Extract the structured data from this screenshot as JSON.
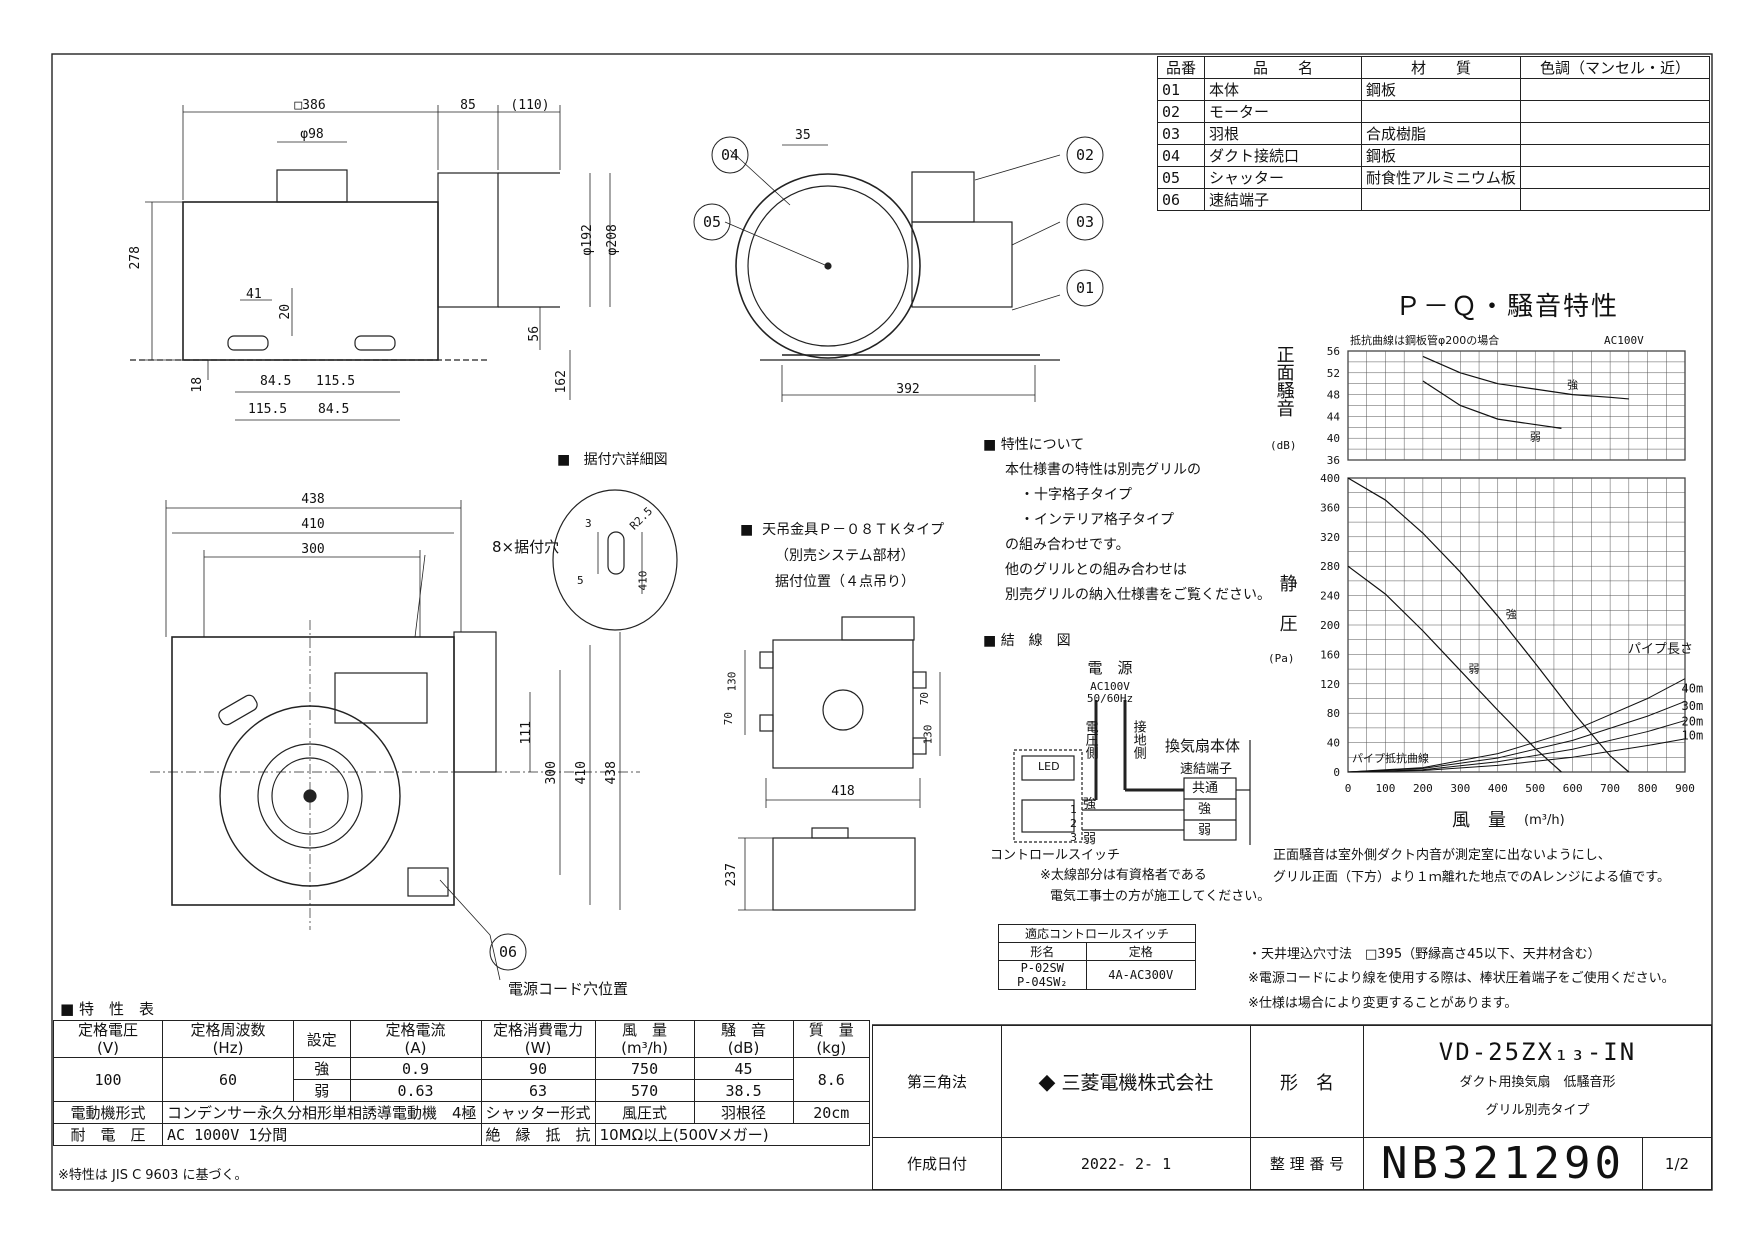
{
  "parts_table": {
    "headers": [
      "品番",
      "品　　名",
      "材　　質",
      "色調（マンセル・近）"
    ],
    "rows": [
      [
        "01",
        "本体",
        "鋼板",
        ""
      ],
      [
        "02",
        "モーター",
        "",
        ""
      ],
      [
        "03",
        "羽根",
        "合成樹脂",
        ""
      ],
      [
        "04",
        "ダクト接続口",
        "鋼板",
        ""
      ],
      [
        "05",
        "シャッター",
        "耐食性アルミニウム板",
        ""
      ],
      [
        "06",
        "速結端子",
        "",
        ""
      ]
    ]
  },
  "front_view": {
    "dims": [
      "□386",
      "85",
      "(110)",
      "φ98",
      "278",
      "φ192",
      "φ208",
      "41",
      "20",
      "56",
      "162",
      "18",
      "84.5",
      "115.5",
      "115.5",
      "84.5"
    ]
  },
  "side_view": {
    "dims": [
      "35",
      "392"
    ],
    "callouts": [
      "04",
      "05",
      "02",
      "03",
      "01"
    ]
  },
  "plan_view": {
    "dims": [
      "438",
      "410",
      "300",
      "111",
      "300",
      "410",
      "438"
    ],
    "hole_label": "8×据付穴",
    "callout": "06",
    "cord_label": "電源コード穴位置"
  },
  "hole_detail": {
    "title": "据付穴詳細図",
    "dims": [
      "R2.5",
      "3",
      "5",
      "410"
    ]
  },
  "hanger": {
    "title": "天吊金具Ｐ－０８ＴＫタイプ",
    "sub1": "（別売システム部材）",
    "sub2": "据付位置（４点吊り）",
    "dims": [
      "130",
      "70",
      "130",
      "70",
      "418",
      "237"
    ]
  },
  "features": {
    "title": "特性について",
    "lines": [
      "本仕様書の特性は別売グリルの",
      "・十字格子タイプ",
      "・インテリア格子タイプ",
      "の組み合わせです。",
      "他のグリルとの組み合わせは",
      "別売グリルの納入仕様書をご覧ください。"
    ]
  },
  "wiring": {
    "title": "結　線　図",
    "power": "電　源",
    "voltage": "AC100V",
    "freq": "50/60Hz",
    "pressure_side": "電圧側",
    "ground_side": "接地側",
    "fan_body": "換気扇本体",
    "terminal": "速結端子",
    "common": "共通",
    "strong": "強",
    "weak": "弱",
    "led": "LED",
    "switch": "コントロールスイッチ",
    "note1": "※太線部分は有資格者である",
    "note2": "電気工事士の方が施工してください。",
    "n1": "1",
    "n2": "2",
    "n3": "3"
  },
  "control_switch_table": {
    "title": "適応コントロールスイッチ",
    "col1": "形名",
    "col2": "定格",
    "model1": "P-02SW",
    "model2": "P-04SW₂",
    "rating": "4A-AC300V"
  },
  "chart_data": {
    "type": "line",
    "title": "Ｐ－Ｑ・騒音特性",
    "condition": "抵抗曲線は鋼板管φ200の場合",
    "ac": "AC100V",
    "noise_panel": {
      "ylabel": "正面騒音",
      "yunit": "(dB)",
      "ylim": [
        36,
        56
      ],
      "yticks": [
        "56",
        "52",
        "48",
        "44",
        "40",
        "36"
      ],
      "series": [
        {
          "name": "強",
          "x": [
            200,
            300,
            400,
            500,
            600,
            700,
            750
          ],
          "y": [
            55,
            52,
            50,
            49,
            48,
            47.5,
            47.2
          ]
        },
        {
          "name": "弱",
          "x": [
            200,
            300,
            400,
            500,
            570
          ],
          "y": [
            50.5,
            46,
            43.5,
            42.5,
            41.8
          ]
        }
      ]
    },
    "pq_panel": {
      "ylabel": "静圧",
      "yunit": "(Pa)",
      "xlabel": "風　量",
      "xunit": "(m³/h)",
      "xlim": [
        0,
        900
      ],
      "ylim": [
        0,
        400
      ],
      "xticks": [
        "0",
        "100",
        "200",
        "300",
        "400",
        "500",
        "600",
        "700",
        "800",
        "900"
      ],
      "yticks": [
        "400",
        "360",
        "320",
        "280",
        "240",
        "200",
        "160",
        "120",
        "80",
        "40",
        "0"
      ],
      "series": [
        {
          "name": "強",
          "x": [
            0,
            100,
            200,
            300,
            400,
            500,
            600,
            700,
            750
          ],
          "y": [
            400,
            370,
            325,
            272,
            212,
            148,
            82,
            22,
            0
          ]
        },
        {
          "name": "弱",
          "x": [
            0,
            100,
            200,
            300,
            400,
            500,
            570
          ],
          "y": [
            280,
            242,
            192,
            138,
            84,
            32,
            0
          ]
        }
      ],
      "resistance_curves": [
        {
          "name": "40m",
          "x": [
            0,
            200,
            400,
            600,
            800,
            900
          ],
          "y": [
            0,
            6,
            25,
            56,
            100,
            127
          ]
        },
        {
          "name": "30m",
          "x": [
            0,
            200,
            400,
            600,
            800,
            900
          ],
          "y": [
            0,
            5,
            19,
            43,
            76,
            96
          ]
        },
        {
          "name": "20m",
          "x": [
            0,
            200,
            400,
            600,
            800,
            900
          ],
          "y": [
            0,
            3,
            14,
            31,
            55,
            70
          ]
        },
        {
          "name": "10m",
          "x": [
            0,
            200,
            400,
            600,
            800,
            900
          ],
          "y": [
            0,
            2,
            9,
            20,
            36,
            45
          ]
        }
      ],
      "pipe_label": "パイプ長さ",
      "resist_label": "パイプ抵抗曲線"
    },
    "note1": "正面騒音は室外側ダクト内音が測定室に出ないようにし、",
    "note2": "グリル正面（下方）より１ｍ離れた地点でのAレンジによる値です。"
  },
  "notes": [
    "・天井埋込穴寸法　□395（野縁高さ45以下、天井材含む）",
    "※電源コードにより線を使用する際は、棒状圧着端子をご使用ください。",
    "※仕様は場合により変更することがあります。"
  ],
  "spec_table": {
    "title": "特　性　表",
    "headers": [
      [
        "定格電圧",
        "(V)"
      ],
      [
        "定格周波数",
        "(Hz)"
      ],
      [
        "設定"
      ],
      [
        "定格電流",
        "(A)"
      ],
      [
        "定格消費電力",
        "(W)"
      ],
      [
        "風　量",
        "(m³/h)"
      ],
      [
        "騒　音",
        "(dB)"
      ],
      [
        "質　量",
        "(kg)"
      ]
    ],
    "voltage": "100",
    "frequency": "60",
    "rows": [
      {
        "setting": "強",
        "current": "0.9",
        "power": "90",
        "flow": "750",
        "noise": "45"
      },
      {
        "setting": "弱",
        "current": "0.63",
        "power": "63",
        "flow": "570",
        "noise": "38.5"
      }
    ],
    "mass": "8.6",
    "motor_label": "電動機形式",
    "motor_value": "コンデンサー永久分相形単相誘導電動機　4極",
    "shutter_label": "シャッター形式",
    "shutter_value": "風圧式",
    "blade_label": "羽根径",
    "blade_value": "20cm",
    "withstand_label": "耐　電　圧",
    "withstand_value": "AC 1000V 1分間",
    "insulation_label": "絶　縁　抵　抗",
    "insulation_value": "10MΩ以上(500Vメガー)",
    "footnote": "※特性は JIS C 9603 に基づく。"
  },
  "title_block": {
    "projection": "第三角法",
    "company": "三菱電機株式会社",
    "model_label": "形　名",
    "model": "VD-25ZX₁₃-IN",
    "desc1": "ダクト用換気扇　低騒音形",
    "desc2": "グリル別売タイプ",
    "date_label": "作成日付",
    "date": "2022- 2- 1",
    "number_label": "整 理 番 号",
    "number": "NB321290",
    "page": "1/2"
  }
}
